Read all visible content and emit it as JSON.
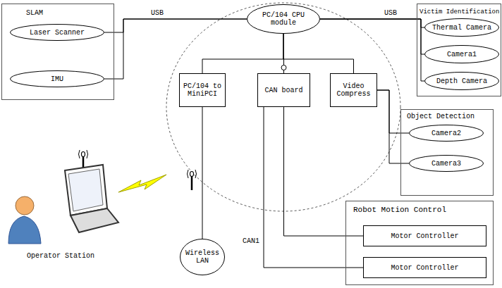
{
  "diagram": {
    "nodes": [
      {
        "text": [
          "SLAM"
        ]
      },
      {
        "text": [
          "Laser Scanner"
        ],
        "in": 0
      },
      {
        "text": [
          "IMU"
        ],
        "in": 0
      },
      {
        "text": [
          "PC/104 CPU module"
        ]
      },
      {
        "text": [
          "PC/104 to MiniPCI"
        ]
      },
      {
        "text": [
          "CAN board"
        ]
      },
      {
        "text": [
          "Video Compress"
        ]
      },
      {
        "text": [
          "Victim Identification"
        ]
      },
      {
        "text": [
          "Thermal Camera"
        ],
        "in": 7
      },
      {
        "text": [
          "Camera1"
        ],
        "in": 7
      },
      {
        "text": [
          "Depth Camera"
        ],
        "in": 7
      },
      {
        "text": [
          "Object Detection"
        ]
      },
      {
        "text": [
          "Camera2"
        ],
        "in": 11
      },
      {
        "text": [
          "Camera3"
        ],
        "in": 11
      },
      {
        "text": [
          "Wireless LAN"
        ]
      },
      {
        "text": [
          "Robot Motion Control"
        ]
      },
      {
        "text": [
          "Motor Controller"
        ],
        "in": 15
      },
      {
        "text": [
          "Motor Controller"
        ],
        "in": 15
      }
    ],
    "edges": [
      {
        "from": 3,
        "to": 1,
        "arrow": "none"
      },
      {
        "from": 3,
        "to": 2,
        "arrow": "none"
      },
      {
        "from": 3,
        "to": 8,
        "arrow": "none"
      },
      {
        "from": 3,
        "to": 9,
        "arrow": "none"
      },
      {
        "from": 3,
        "to": 10,
        "arrow": "none"
      },
      {
        "from": 3,
        "to": 4,
        "arrow": "none"
      },
      {
        "from": 3,
        "to": 5,
        "arrow": "none"
      },
      {
        "from": 3,
        "to": 6,
        "arrow": "none"
      },
      {
        "from": 6,
        "to": 12,
        "arrow": "none"
      },
      {
        "from": 6,
        "to": 13,
        "arrow": "none"
      },
      {
        "from": 4,
        "to": 14,
        "arrow": "none"
      },
      {
        "from": 5,
        "to": 16,
        "arrow": "none"
      },
      {
        "from": 5,
        "to": 17,
        "arrow": "none"
      }
    ],
    "labels": [
      "USB",
      "USB",
      "CAN1",
      "Operator Station"
    ]
  }
}
